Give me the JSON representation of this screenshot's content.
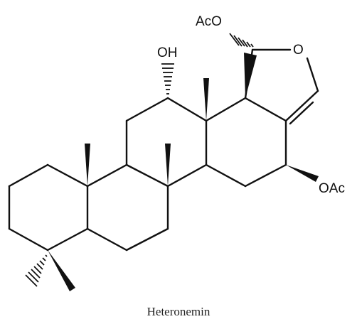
{
  "molecule": {
    "caption": "Heteronemin",
    "labels": {
      "acetoxy_top": "AcO",
      "hydroxyl": "OH",
      "ring_oxygen": "O",
      "acetoxy_right": "OAc"
    }
  },
  "colors": {
    "ink": "#111111",
    "background": "#ffffff"
  }
}
